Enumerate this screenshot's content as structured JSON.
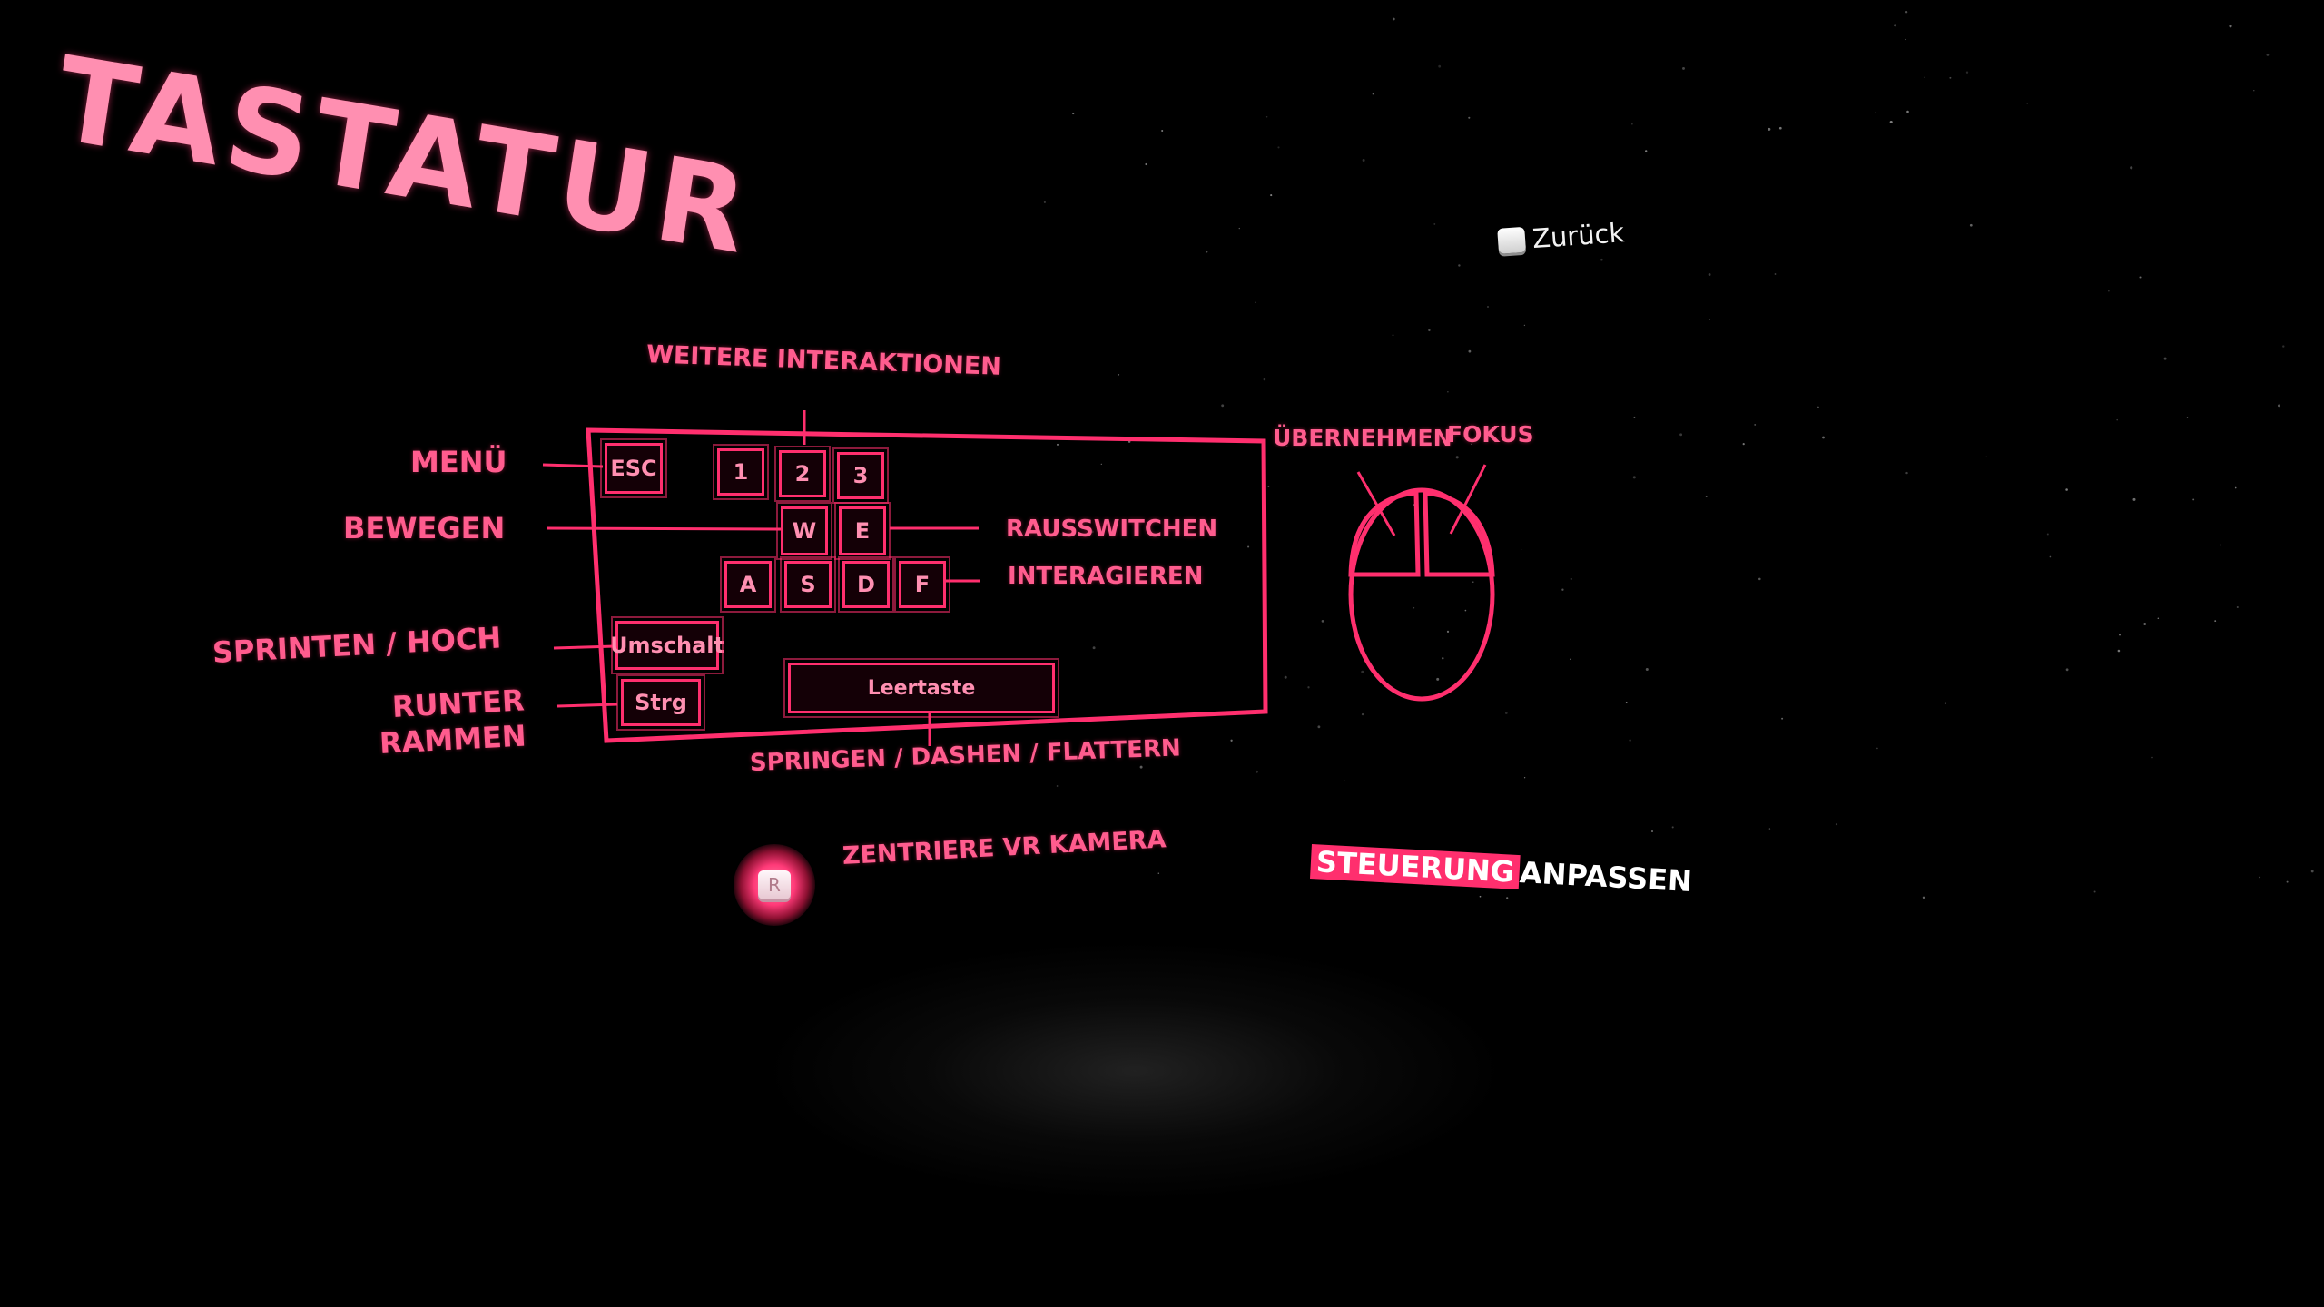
{
  "title": "TASTATUR",
  "back": {
    "label": "Zurück"
  },
  "keyboard": {
    "labels": {
      "weitere_interaktionen": "WEITERE INTERAKTIONEN",
      "menu": "MENÜ",
      "bewegen": "BEWEGEN",
      "rausswitchen": "RAUSSWITCHEN",
      "interagieren": "INTERAGIEREN",
      "sprinten": "SPRINTEN / HOCH",
      "runter": "RUNTER",
      "rammen": "RAMMEN",
      "springen": "SPRINGEN / DASHEN / FLATTERN"
    },
    "keys": {
      "esc": "ESC",
      "one": "1",
      "two": "2",
      "three": "3",
      "w": "W",
      "e": "E",
      "a": "A",
      "s": "S",
      "d": "D",
      "f": "F",
      "umschalt": "Umschalt",
      "strg": "Strg",
      "leertaste": "Leertaste"
    }
  },
  "mouse": {
    "left_label": "ÜBERNEHMEN",
    "right_label": "FOKUS"
  },
  "vr_camera": {
    "key": "R",
    "label": "ZENTRIERE VR KAMERA"
  },
  "customize": {
    "highlight": "STEUERUNG",
    "rest": "ANPASSEN"
  },
  "colors": {
    "accent": "#ff2f6e",
    "label": "#ff5c8e",
    "title": "#ff8fb1",
    "background": "#000000"
  }
}
